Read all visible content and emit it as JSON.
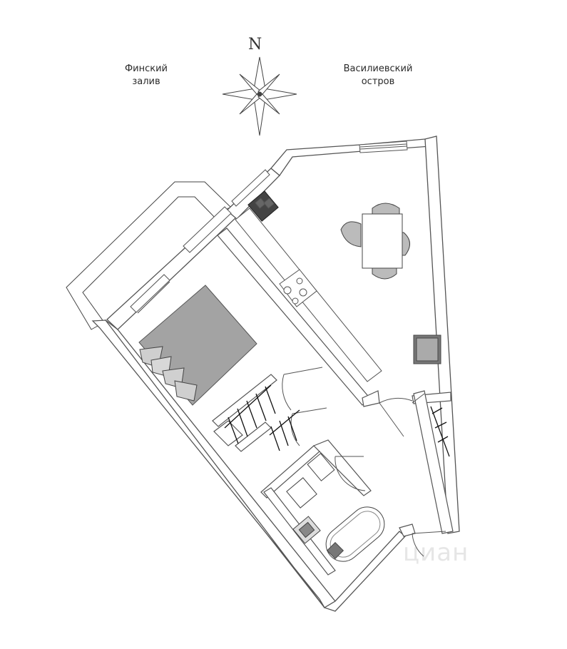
{
  "compass": {
    "north_label": "N"
  },
  "labels": {
    "gulf_line1": "Финский",
    "gulf_line2": "залив",
    "island_line1": "Василиевский",
    "island_line2": "остров"
  },
  "watermark": "циан"
}
